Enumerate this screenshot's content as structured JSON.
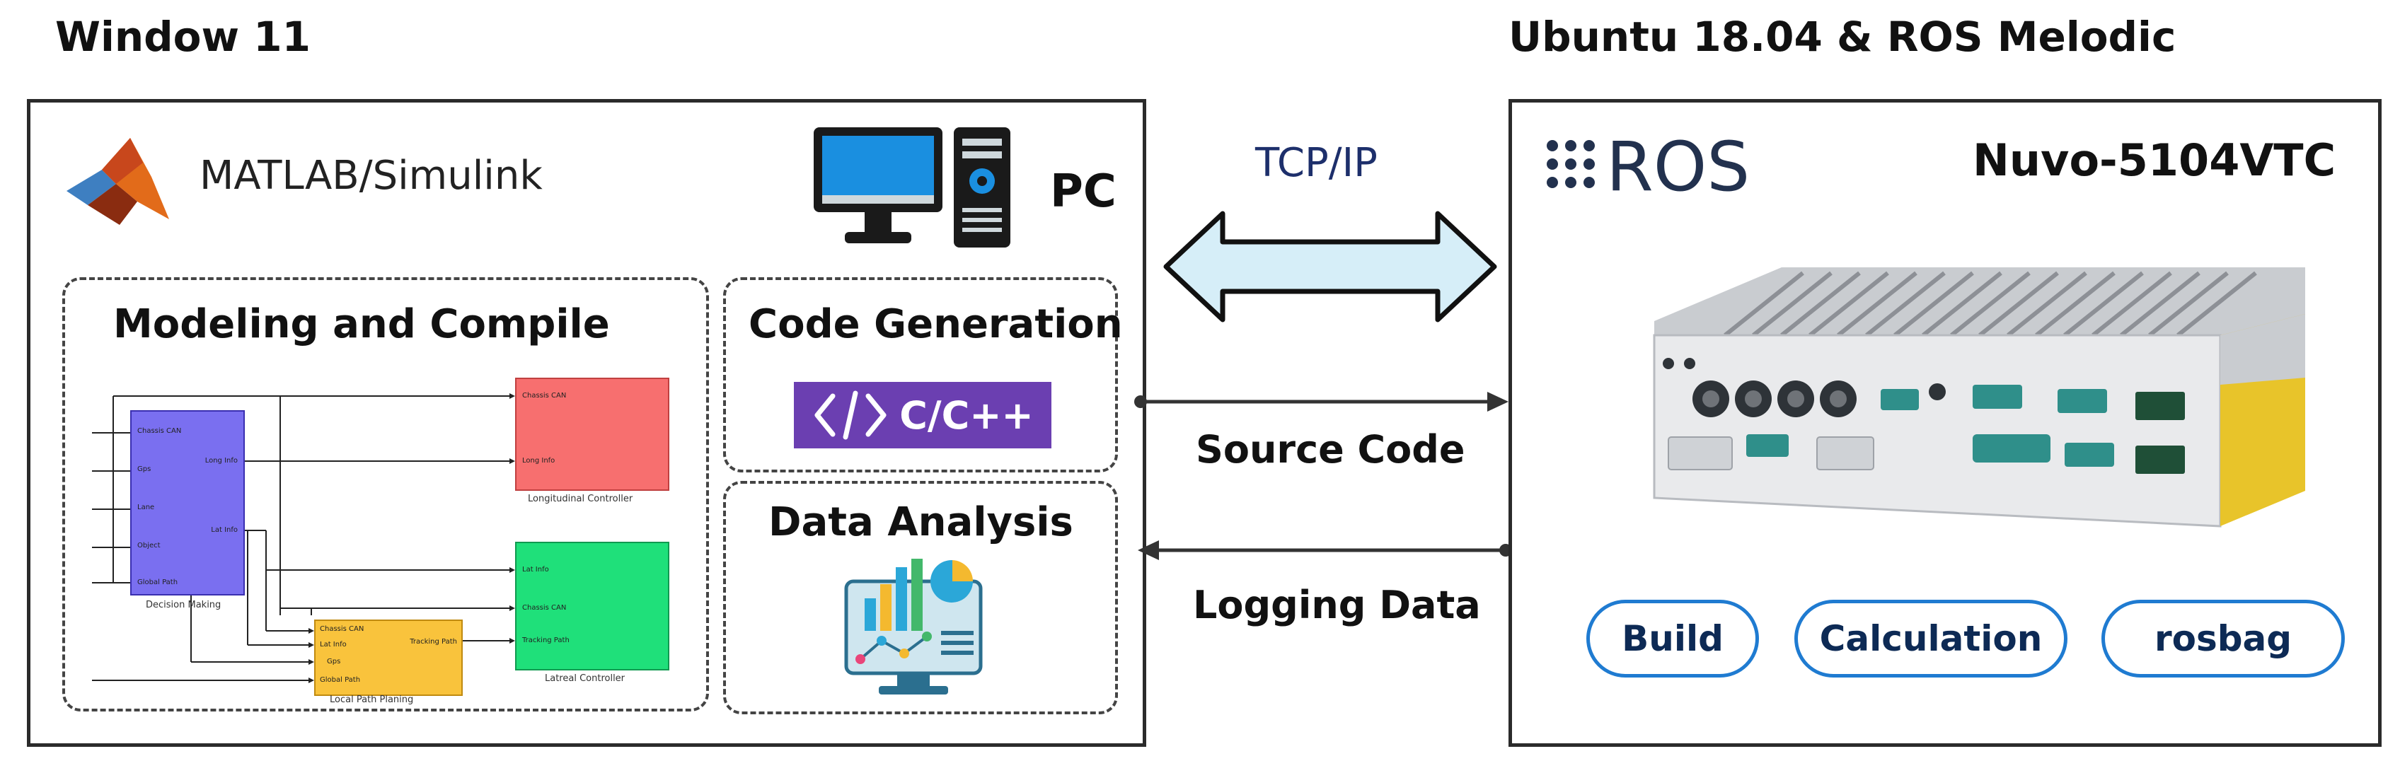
{
  "left_title": "Window 11",
  "right_title": "Ubuntu 18.04 & ROS Melodic",
  "pc": {
    "app_label": "MATLAB/Simulink",
    "pc_label": "PC",
    "modeling_title": "Modeling and Compile",
    "codegen_title": "Code Generation",
    "codegen_badge": "C/C++",
    "analysis_title": "Data Analysis",
    "diagram": {
      "decision_block": {
        "caption": "Decision Making",
        "inputs": [
          "Chassis CAN",
          "Gps",
          "Lane",
          "Object",
          "Global Path"
        ],
        "outputs": [
          "Long Info",
          "Lat Info"
        ]
      },
      "longitudinal_block": {
        "caption": "Longitudinal Controller",
        "ports": [
          "Chassis CAN",
          "Long Info"
        ]
      },
      "lateral_block": {
        "caption": "Latreal Controller",
        "ports": [
          "Lat Info",
          "Chassis CAN",
          "Tracking Path"
        ]
      },
      "path_block": {
        "caption": "Local Path Planing",
        "inputs": [
          "Chassis CAN",
          "Lat Info",
          "Gps",
          "Global Path"
        ],
        "output": "Tracking Path"
      }
    }
  },
  "link": {
    "protocol": "TCP/IP",
    "source_code": "Source Code",
    "logging_data": "Logging Data"
  },
  "ros_side": {
    "ros_logo_text": "ROS",
    "device_name": "Nuvo-5104VTC",
    "pills": [
      "Build",
      "Calculation",
      "rosbag"
    ]
  },
  "colors": {
    "longitudinal_block": "#f76f6f",
    "lateral_block": "#1fe07a",
    "decision_block": "#7a6ff0",
    "path_block": "#f9c33c",
    "pill_border": "#1f7bd1",
    "codegen_badge": "#6b3fb1",
    "tcp_arrow_fill": "#d6eef8",
    "ros_logo": "#22314e"
  },
  "icons": [
    "matlab-logo-icon",
    "monitor-icon",
    "tower-icon",
    "code-brackets-icon",
    "analytics-dashboard-icon",
    "ros-dots-icon",
    "industrial-pc-image"
  ]
}
